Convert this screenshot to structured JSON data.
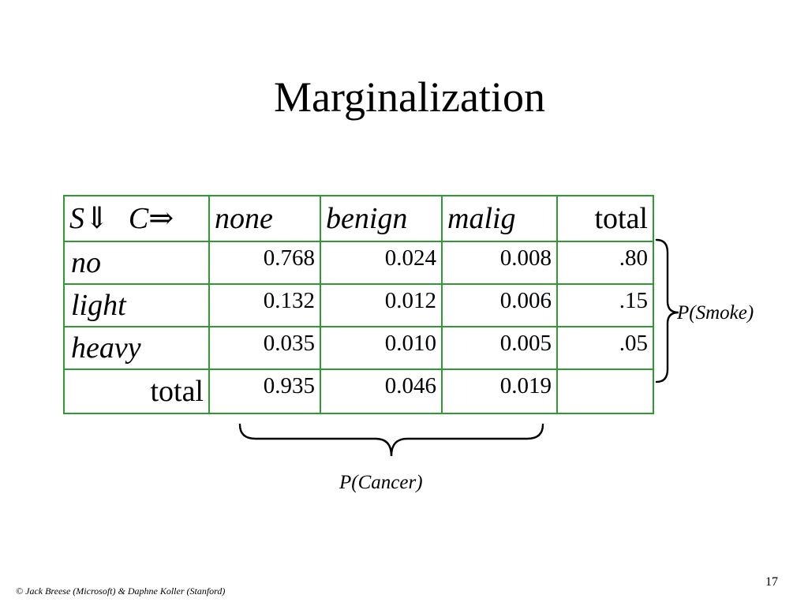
{
  "slide": {
    "title": "Marginalization",
    "page_number": "17",
    "footer": "© Jack Breese (Microsoft) & Daphne Koller (Stanford)"
  },
  "table": {
    "corner": {
      "row_var": "S⇓",
      "col_var": "C⇒"
    },
    "columns": [
      "none",
      "benign",
      "malig",
      "total"
    ],
    "rows": [
      {
        "label": "no",
        "values": [
          "0.768",
          "0.024",
          "0.008"
        ],
        "total": ".80"
      },
      {
        "label": "light",
        "values": [
          "0.132",
          "0.012",
          "0.006"
        ],
        "total": ".15"
      },
      {
        "label": "heavy",
        "values": [
          "0.035",
          "0.010",
          "0.005"
        ],
        "total": ".05"
      }
    ],
    "total_row": {
      "label": "total",
      "values": [
        "0.935",
        "0.046",
        "0.019"
      ],
      "total": ""
    }
  },
  "annotations": {
    "row_marginal": "P(Smoke)",
    "col_marginal": "P(Cancer)"
  },
  "colors": {
    "table_border": "#2f9a2f",
    "text": "#000000",
    "background": "#ffffff"
  }
}
